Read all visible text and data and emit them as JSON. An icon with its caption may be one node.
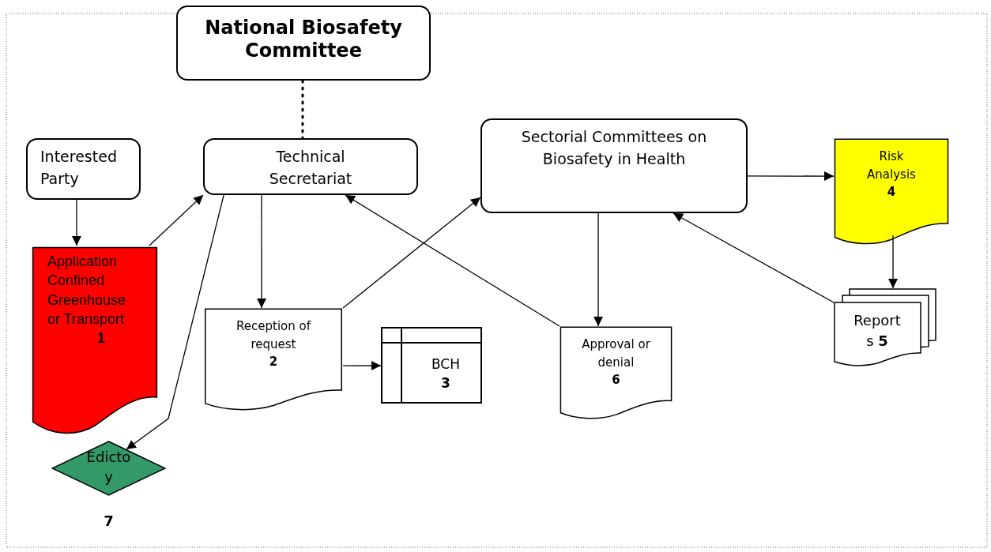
{
  "diagram": {
    "nodes": [
      {
        "text": [
          "National Biosafety Committee"
        ]
      },
      {
        "text": [
          "Interested Party"
        ]
      },
      {
        "text": [
          "Technical Secretariat"
        ]
      },
      {
        "text": [
          "Sectorial Committees on Biosafety in Health"
        ]
      },
      {
        "text": [
          "Risk Analysis",
          "4"
        ]
      },
      {
        "text": [
          "Application Confined Greenhouse or Transport",
          "1"
        ]
      },
      {
        "text": [
          "Reception of request",
          "2"
        ]
      },
      {
        "text": [
          "BCH",
          "3"
        ]
      },
      {
        "text": [
          "Approval or denial",
          "6"
        ]
      },
      {
        "text": [
          "Report s **5**"
        ]
      },
      {
        "text": [
          "Edicto y"
        ],
        "beside": [
          "7"
        ]
      }
    ],
    "edges": [
      {
        "from": 0,
        "to": 2,
        "arrow": "none",
        "style": "dashed"
      },
      {
        "from": 1,
        "to": 5,
        "arrow": "to"
      },
      {
        "from": 5,
        "to": 2,
        "arrow": "to"
      },
      {
        "from": 2,
        "to": 10,
        "arrow": "to"
      },
      {
        "from": 2,
        "to": 6,
        "arrow": "to"
      },
      {
        "from": 6,
        "to": 3,
        "arrow": "to"
      },
      {
        "from": 8,
        "to": 2,
        "arrow": "to"
      },
      {
        "from": 3,
        "to": 8,
        "arrow": "to"
      },
      {
        "from": 3,
        "to": 4,
        "arrow": "to"
      },
      {
        "from": 4,
        "to": 9,
        "arrow": "to"
      },
      {
        "from": 9,
        "to": 3,
        "arrow": "to"
      },
      {
        "from": 6,
        "to": 7,
        "arrow": "to"
      }
    ]
  }
}
